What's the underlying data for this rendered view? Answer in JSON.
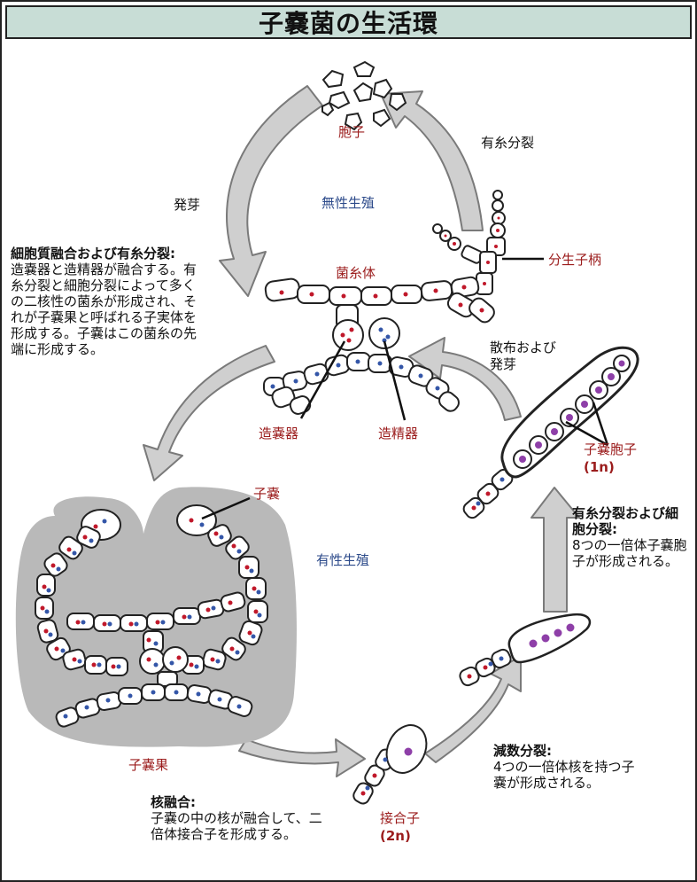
{
  "title": "子嚢菌の生活環",
  "labels": {
    "spore": "胞子",
    "mitosis": "有糸分裂",
    "germination": "発芽",
    "asexual": "無性生殖",
    "mycelium": "菌糸体",
    "conidiophore": "分生子柄",
    "dispersal_1": "散布および",
    "dispersal_2": "発芽",
    "ascogonium": "造嚢器",
    "antheridium": "造精器",
    "ascus": "子嚢",
    "sexual": "有性生殖",
    "ascospore": "子嚢胞子",
    "ascospore_n": "(1n)",
    "ascocarp": "子嚢果",
    "zygote": "接合子",
    "zygote_n": "(2n)"
  },
  "notes": {
    "plasmogamy": {
      "heading": "細胞質融合および有糸分裂:",
      "body": "造嚢器と造精器が融合する。有糸分裂と細胞分裂によって多くの二核性の菌糸が形成され、それが子嚢果と呼ばれる子実体を形成する。子嚢はこの菌糸の先端に形成する。"
    },
    "karyogamy": {
      "heading": "核融合:",
      "body": "子嚢の中の核が融合して、二倍体接合子を形成する。"
    },
    "meiosis": {
      "heading": "減数分裂:",
      "body": "4つの一倍体核を持つ子嚢が形成される。"
    },
    "mitosis_cell": {
      "heading": "有糸分裂および細胞分裂:",
      "body": "8つの一倍体子嚢胞子が形成される。"
    }
  },
  "colors": {
    "title_bg": "#c8ddd6",
    "arrow_fill": "#cfcfcf",
    "arrow_stroke": "#7a7a7a",
    "ascocarp_bg": "#b9b9b9",
    "nucleus_red": "#c0182a",
    "nucleus_blue": "#3456a8",
    "nucleus_purple": "#8e3fa8",
    "label_red": "#9b1c1c",
    "label_blue": "#2c4a8a"
  }
}
